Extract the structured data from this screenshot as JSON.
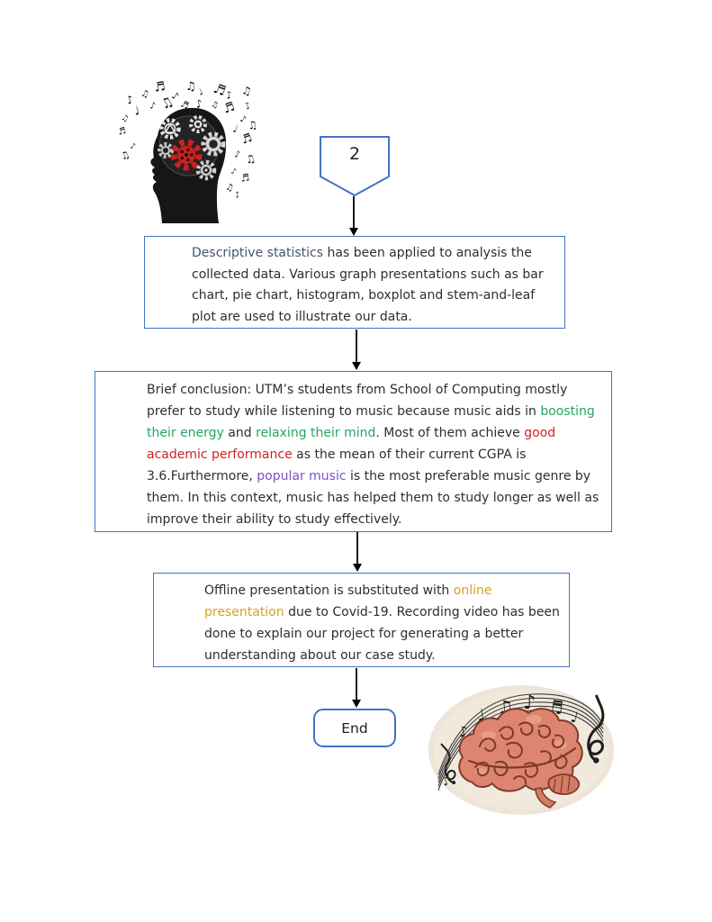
{
  "colors": {
    "box_border": "#4472C4",
    "shape_border": "#4472C4",
    "arrow": "#000000",
    "body_text": "#2E2E2E",
    "highlight_slate": "#44546A",
    "highlight_green": "#21A75F",
    "highlight_red": "#CE2323",
    "highlight_purple": "#7B52C9",
    "highlight_gold": "#D9A21B"
  },
  "connector": {
    "label": "2"
  },
  "terminator": {
    "label": "End"
  },
  "boxes": {
    "statistics": {
      "segments": [
        {
          "text": "Descriptive statistics",
          "highlight": "slate"
        },
        {
          "text": " has been applied to analysis the collected data. Various graph presentations such as bar chart, pie chart, histogram, boxplot and stem-and-leaf plot are used to illustrate our data.",
          "highlight": "none"
        }
      ]
    },
    "conclusion": {
      "segments": [
        {
          "text": "Brief conclusion: UTM’s students from School of Computing mostly prefer to study while listening to music because music aids in ",
          "highlight": "none"
        },
        {
          "text": "boosting their energy",
          "highlight": "green"
        },
        {
          "text": " and ",
          "highlight": "none"
        },
        {
          "text": "relaxing their mind",
          "highlight": "green"
        },
        {
          "text": ". Most of them achieve ",
          "highlight": "none"
        },
        {
          "text": "good academic performance",
          "highlight": "red"
        },
        {
          "text": " as the mean of their current CGPA is 3.6.Furthermore, ",
          "highlight": "none"
        },
        {
          "text": "popular music",
          "highlight": "purple"
        },
        {
          "text": " is the most preferable music genre by them.  In this context, music has helped them to study longer as well as improve their ability to study effectively.",
          "highlight": "none"
        }
      ]
    },
    "presentation": {
      "segments": [
        {
          "text": "Offline presentation is substituted with ",
          "highlight": "none"
        },
        {
          "text": "online presentation",
          "highlight": "gold"
        },
        {
          "text": " due to Covid-19. Recording video has been done to explain our project for generating a better understanding about our case study.",
          "highlight": "none"
        }
      ]
    }
  },
  "illustrations": {
    "head": "head-silhouette-with-gears-and-music-notes",
    "brain": "brain-with-music-staff-and-notes"
  }
}
